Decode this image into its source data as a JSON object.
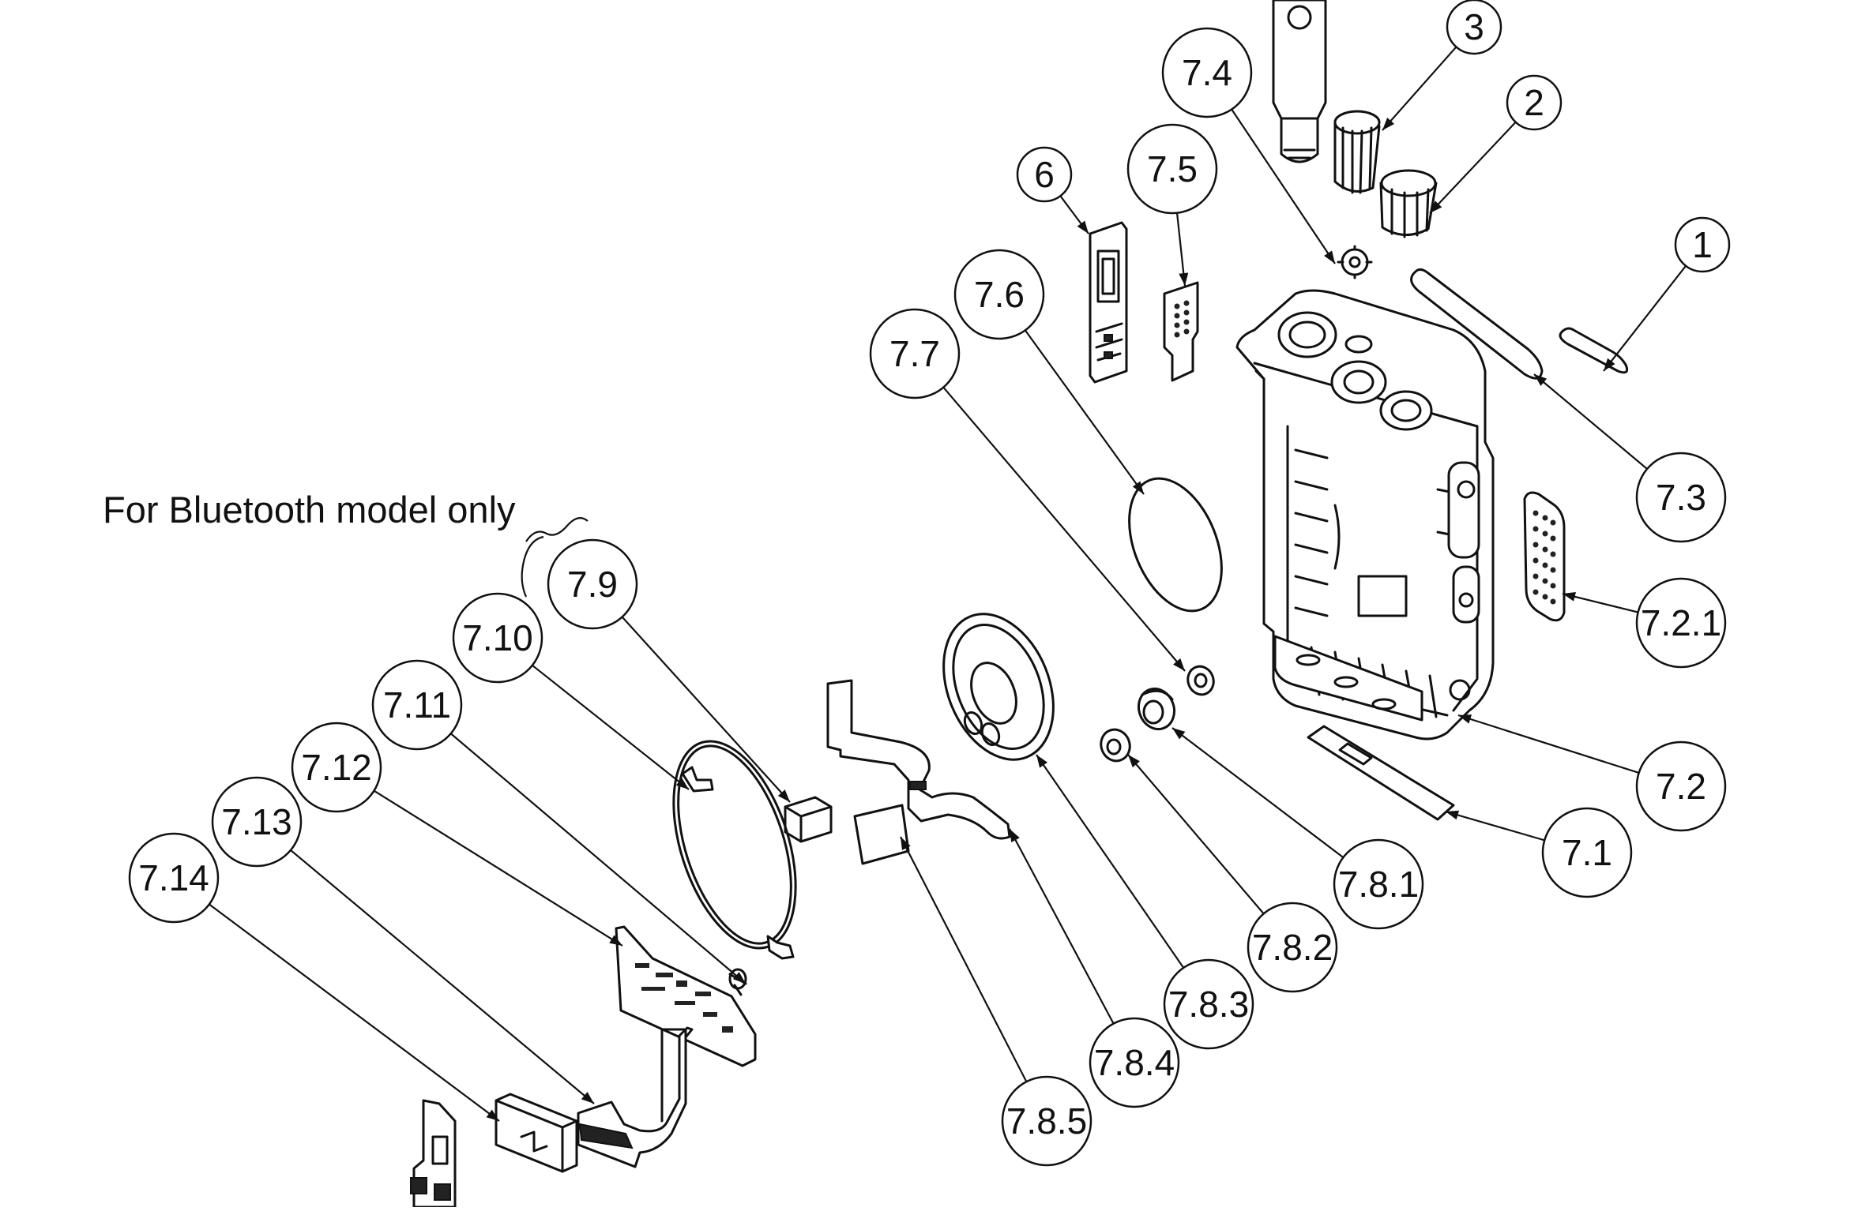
{
  "caption": "For Bluetooth model only",
  "callouts": [
    {
      "label": "1",
      "name": "callout-1"
    },
    {
      "label": "2",
      "name": "callout-2"
    },
    {
      "label": "3",
      "name": "callout-3"
    },
    {
      "label": "6",
      "name": "callout-6"
    },
    {
      "label": "7.1",
      "name": "callout-7-1"
    },
    {
      "label": "7.2",
      "name": "callout-7-2"
    },
    {
      "label": "7.2.1",
      "name": "callout-7-2-1"
    },
    {
      "label": "7.3",
      "name": "callout-7-3"
    },
    {
      "label": "7.4",
      "name": "callout-7-4"
    },
    {
      "label": "7.5",
      "name": "callout-7-5"
    },
    {
      "label": "7.6",
      "name": "callout-7-6"
    },
    {
      "label": "7.7",
      "name": "callout-7-7"
    },
    {
      "label": "7.8.1",
      "name": "callout-7-8-1"
    },
    {
      "label": "7.8.2",
      "name": "callout-7-8-2"
    },
    {
      "label": "7.8.3",
      "name": "callout-7-8-3"
    },
    {
      "label": "7.8.4",
      "name": "callout-7-8-4"
    },
    {
      "label": "7.8.5",
      "name": "callout-7-8-5"
    },
    {
      "label": "7.9",
      "name": "callout-7-9"
    },
    {
      "label": "7.10",
      "name": "callout-7-10"
    },
    {
      "label": "7.11",
      "name": "callout-7-11"
    },
    {
      "label": "7.12",
      "name": "callout-7-12"
    },
    {
      "label": "7.13",
      "name": "callout-7-13"
    },
    {
      "label": "7.14",
      "name": "callout-7-14"
    }
  ]
}
